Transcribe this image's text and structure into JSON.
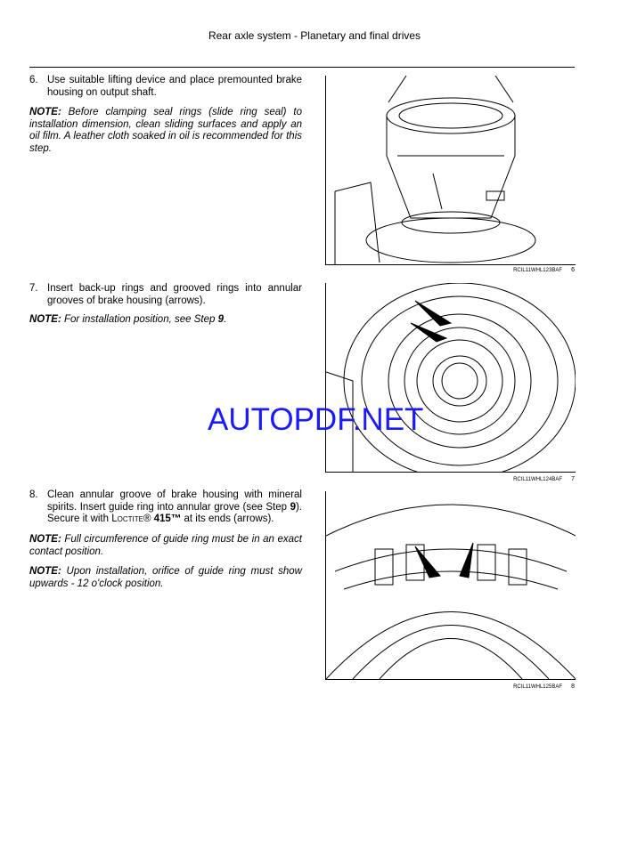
{
  "header": {
    "title": "Rear axle system - Planetary and final drives"
  },
  "steps": [
    {
      "number": "6.",
      "text": "Use suitable lifting device and place premounted brake housing on output shaft.",
      "notes": [
        {
          "label": "NOTE:",
          "text": "Before clamping seal rings (slide ring seal) to installation dimension, clean sliding surfaces and apply an oil film.  A leather cloth soaked in oil is recommended for this step."
        }
      ],
      "figure": {
        "code": "RCIL11WHL123BAF",
        "number": "6"
      }
    },
    {
      "number": "7.",
      "text": "Insert back-up rings and grooved rings into annular grooves of brake housing (arrows).",
      "notes": [
        {
          "label": "NOTE:",
          "text_before": "For installation position, see Step ",
          "ref": "9",
          "text_after": "."
        }
      ],
      "figure": {
        "code": "RCIL11WHL124BAF",
        "number": "7"
      }
    },
    {
      "number": "8.",
      "text_before": "Clean annular groove of brake housing with mineral spirits.  Insert guide ring into annular grove (see Step ",
      "ref": "9",
      "text_mid": "). Secure it with ",
      "brand": "Loctite®",
      "product": " 415™",
      "text_after": " at its ends (arrows).",
      "notes": [
        {
          "label": "NOTE:",
          "text": "Full circumference of guide ring must be in an exact contact position."
        },
        {
          "label": "NOTE:",
          "text": "Upon installation, orifice of guide ring must show upwards - 12 o'clock position."
        }
      ],
      "figure": {
        "code": "RCIL11WHL125BAF",
        "number": "8"
      }
    }
  ],
  "watermark": "AUTOPDF.NET"
}
